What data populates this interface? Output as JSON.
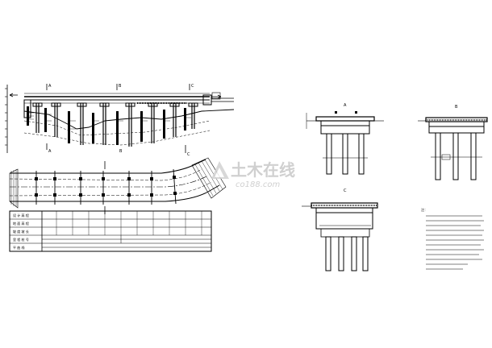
{
  "watermark": {
    "brand": "土木在线",
    "url": "co188.com",
    "color": "#c8c8c8"
  },
  "elevation": {
    "label_a_top": "A",
    "label_b_top": "B",
    "label_c_top": "C",
    "label_a_bottom": "A",
    "label_b_bottom": "B",
    "label_c_bottom": "C",
    "arrow_left_label": "",
    "arrow_right_label": ""
  },
  "profile_table": {
    "row_labels": [
      "设 计 高 程",
      "地 面 高 程",
      "坡 度 坡 长",
      "里 程 桩 号",
      "平 曲 线"
    ]
  },
  "section_labels": {
    "a": "A",
    "b": "B",
    "c": "C"
  },
  "notes": {
    "heading": "注："
  }
}
